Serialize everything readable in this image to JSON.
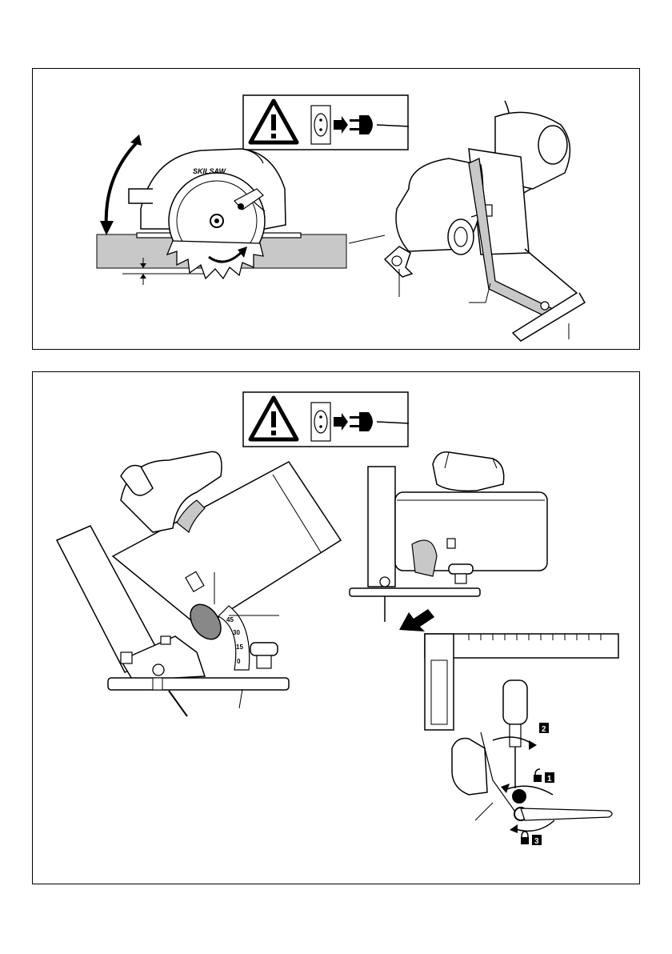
{
  "top_figure": {
    "brand_text": "SKILSAW",
    "warning_icon": "warning-unplug-icon"
  },
  "bottom_figure": {
    "warning_icon": "warning-unplug-icon",
    "scale_marks": [
      "45",
      "30",
      "15",
      "0"
    ],
    "step_labels": [
      "1",
      "2",
      "3"
    ]
  },
  "colors": {
    "line": "#000000",
    "shade": "#c8c8c8",
    "paper": "#ffffff"
  }
}
